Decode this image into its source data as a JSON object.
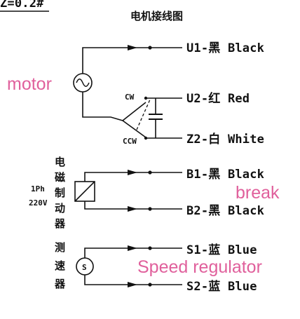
{
  "header": {
    "corner_text": "Z=0.2#",
    "title": "电机接线图"
  },
  "motor": {
    "annotation": "motor",
    "wires": [
      {
        "label": "U1-黑 Black"
      },
      {
        "label": "U2-红 Red"
      },
      {
        "label": "Z2-白 White"
      }
    ],
    "switch": {
      "cw_label": "CW",
      "ccw_label": "CCW"
    }
  },
  "brake": {
    "annotation": "break",
    "side_label_1": "1Ph",
    "side_label_2": "220V",
    "vertical_label": [
      "电",
      "磁",
      "制",
      "动",
      "器"
    ],
    "wires": [
      {
        "label": "B1-黑 Black"
      },
      {
        "label": "B2-黑 Black"
      }
    ]
  },
  "speed": {
    "annotation": "Speed regulator",
    "symbol": "S",
    "vertical_label": [
      "测",
      "速",
      "器"
    ],
    "wires": [
      {
        "label": "S1-蓝 Blue"
      },
      {
        "label": "S2-蓝 Blue"
      }
    ]
  },
  "colors": {
    "annotation": "#e0609c",
    "line": "#111111"
  }
}
